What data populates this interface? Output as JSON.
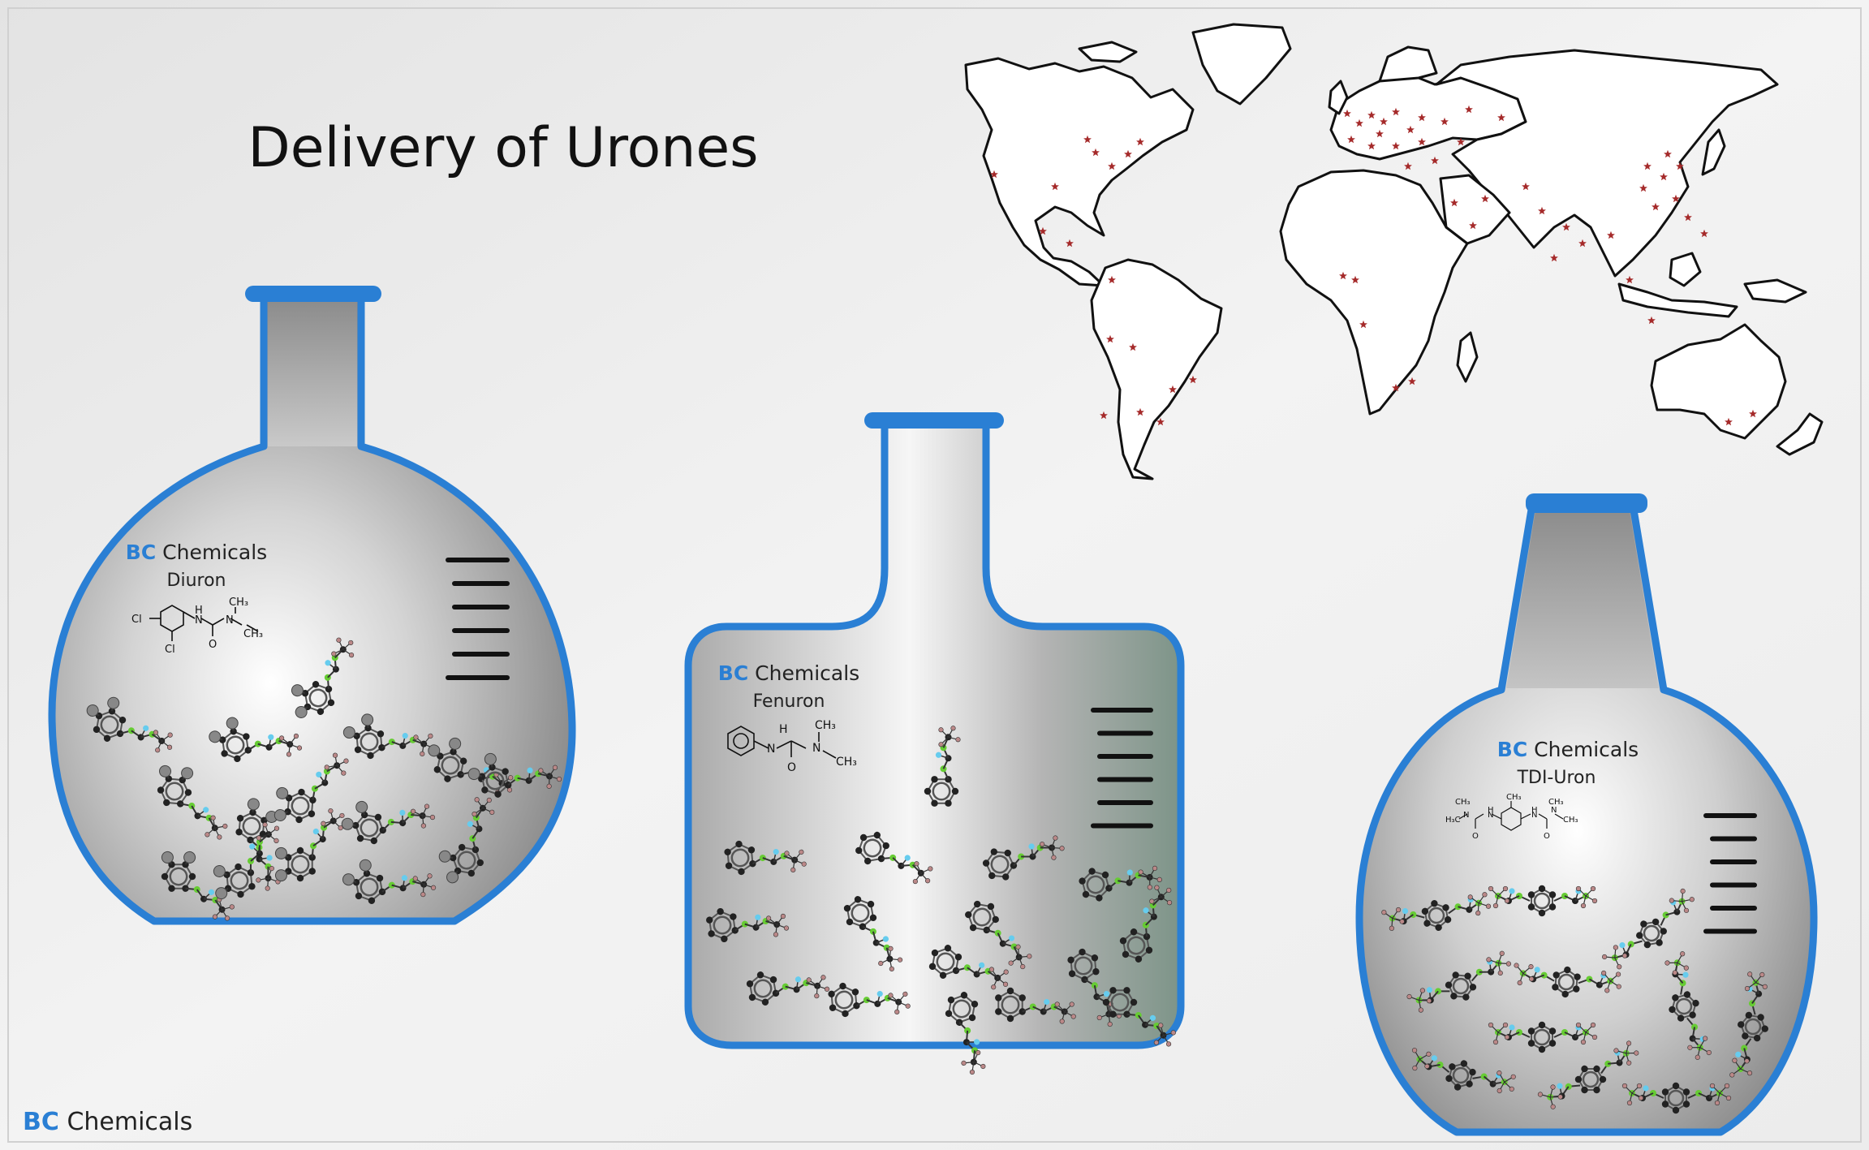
{
  "title": "Delivery of Urones",
  "brand": {
    "prefix": "BC",
    "name": "Chemicals",
    "color": "#2a7fd4"
  },
  "flasks": [
    {
      "product": "Diuron",
      "structure": "diuron",
      "ticks": 6
    },
    {
      "product": "Fenuron",
      "structure": "fenuron",
      "ticks": 6
    },
    {
      "product": "TDI-Uron",
      "structure": "tdi-uron",
      "ticks": 6
    }
  ],
  "formula_labels": {
    "cl": "Cl",
    "h": "H",
    "n": "N",
    "o": "O",
    "ch3": "CH₃",
    "h3c": "H₃C"
  },
  "map": {
    "land_color": "#ffffff",
    "coast_color": "#111111",
    "marker_color": "#a52a2a",
    "marker_shape": "star"
  },
  "colors": {
    "flask_outline": "#2a7fd4",
    "liquid": "#9a9a9a",
    "molecule_ring": "#555555",
    "atom_carbon": "#222222",
    "atom_nitrogen": "#66cc33",
    "atom_fluorine": "#66ccee",
    "atom_chlorine": "#888888",
    "atom_hydrogen": "#bb8888"
  }
}
